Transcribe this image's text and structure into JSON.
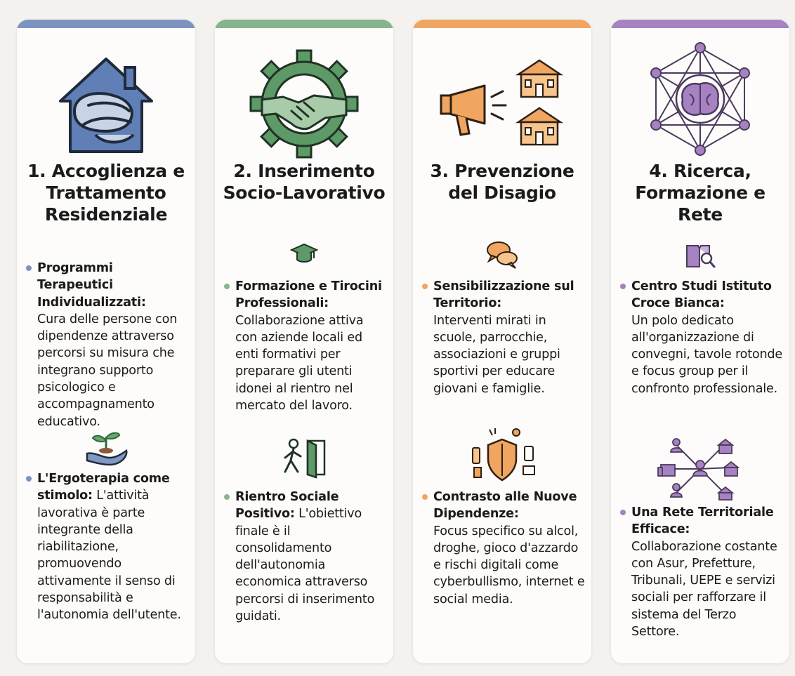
{
  "columns": [
    {
      "accent": "#7d93bf",
      "dot": "#7d93bf",
      "title": "1. Accoglienza e Trattamento Residenziale",
      "main_icon": "house-hug-icon",
      "sections": [
        {
          "heading": "Programmi Terapeutici Individualizzati:",
          "text": "Cura delle persone con dipendenze attraverso percorsi su misura che integrano supporto psicologico e accompagnamento educativo."
        },
        {
          "icon": "hand-plant-icon",
          "heading": "L'Ergoterapia come stimolo:",
          "text": "L'attività lavorativa è parte integrante della riabilitazione, promuovendo attivamente il senso di responsabilità e l'autonomia dell'utente."
        }
      ]
    },
    {
      "accent": "#86b58d",
      "dot": "#86b58d",
      "title": "2. Inserimento Socio-Lavorativo",
      "main_icon": "gear-handshake-icon",
      "sections": [
        {
          "icon": "graduation-cap-icon",
          "heading": "Formazione e Tirocini Professionali:",
          "text": "Collaborazione attiva con aziende locali ed enti formativi per preparare gli utenti idonei al rientro nel mercato del lavoro."
        },
        {
          "icon": "person-door-icon",
          "heading": "Rientro Sociale Positivo:",
          "text": "L'obiettivo finale è il consolidamento dell'autonomia economica attraverso percorsi di inserimento guidati."
        }
      ]
    },
    {
      "accent": "#f0a560",
      "dot": "#f0a560",
      "title": "3. Prevenzione del Disagio",
      "main_icon": "megaphone-schools-icon",
      "sections": [
        {
          "icon": "chat-bubbles-icon",
          "heading": "Sensibilizzazione sul Territorio:",
          "text": "Interventi mirati in scuole, parrocchie, associazioni e gruppi sportivi per educare giovani e famiglie."
        },
        {
          "icon": "shield-devices-icon",
          "heading": "Contrasto alle Nuove Dipendenze:",
          "text": "Focus specifico su alcol, droghe, gioco d'azzardo e rischi digitali come cyberbullismo, internet e social media."
        }
      ]
    },
    {
      "accent": "#a682c2",
      "dot": "#a682c2",
      "title": "4. Ricerca, Formazione e Rete",
      "main_icon": "brain-network-icon",
      "sections": [
        {
          "icon": "book-magnifier-icon",
          "heading": "Centro Studi Istituto Croce Bianca:",
          "text": "Un polo dedicato all'organizzazione di convegni, tavole rotonde e focus group per il confronto professionale."
        },
        {
          "icon": "network-institutions-icon",
          "heading": "Una Rete Territoriale Efficace:",
          "text": "Collaborazione costante con Asur, Prefetture, Tribunali, UEPE e servizi sociali per rafforzare il sistema del Terzo Settore."
        }
      ]
    }
  ]
}
